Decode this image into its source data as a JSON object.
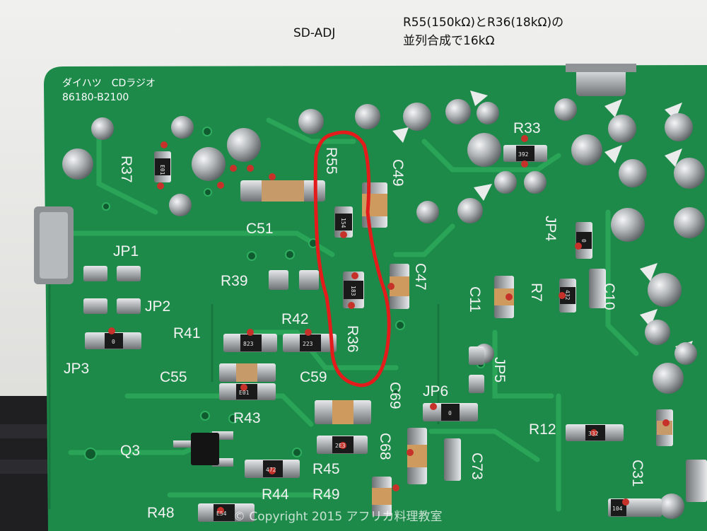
{
  "captions": {
    "sd_adj": "SD-ADJ",
    "note_line1": "R55(150kΩ)とR36(18kΩ)の",
    "note_line2": "並列合成で16kΩ"
  },
  "board_label": {
    "line1": "ダイハツ　CDラジオ",
    "line2": "86180-B2100"
  },
  "silkscreen": {
    "r37": "R37",
    "r55": "R55",
    "c49": "C49",
    "r33": "R33",
    "c51": "C51",
    "jp1": "JP1",
    "jp2": "JP2",
    "jp3": "JP3",
    "r39": "R39",
    "c47": "C47",
    "c11": "C11",
    "r7": "R7",
    "jp4": "JP4",
    "c10": "C10",
    "r41": "R41",
    "r42": "R42",
    "r36": "R36",
    "c55": "C55",
    "c59": "C59",
    "r43": "R43",
    "c69": "C69",
    "jp6": "JP6",
    "jp5": "JP5",
    "q3": "Q3",
    "r12": "R12",
    "c68": "C68",
    "r45": "R45",
    "c73": "C73",
    "c31": "C31",
    "r44": "R44",
    "r49": "R49",
    "r48": "R48"
  },
  "chip_codes": {
    "r37": "E01",
    "r33": "392",
    "r55": "154",
    "r36": "183",
    "jp4": "0",
    "r7": "432",
    "r41": "0",
    "r42": "223",
    "r42b": "823",
    "r43": "E01",
    "jp6": "0",
    "r12": "332",
    "r45": "2E3",
    "r44": "472",
    "r48": "E54",
    "c31": "104"
  },
  "copyright": "© Copyright 2015 アフリカ料理教室",
  "colors": {
    "board": "#1d8a4a",
    "trace": "#2aa558",
    "highlight": "#e31b1b",
    "solder": "#b9bcbe"
  }
}
